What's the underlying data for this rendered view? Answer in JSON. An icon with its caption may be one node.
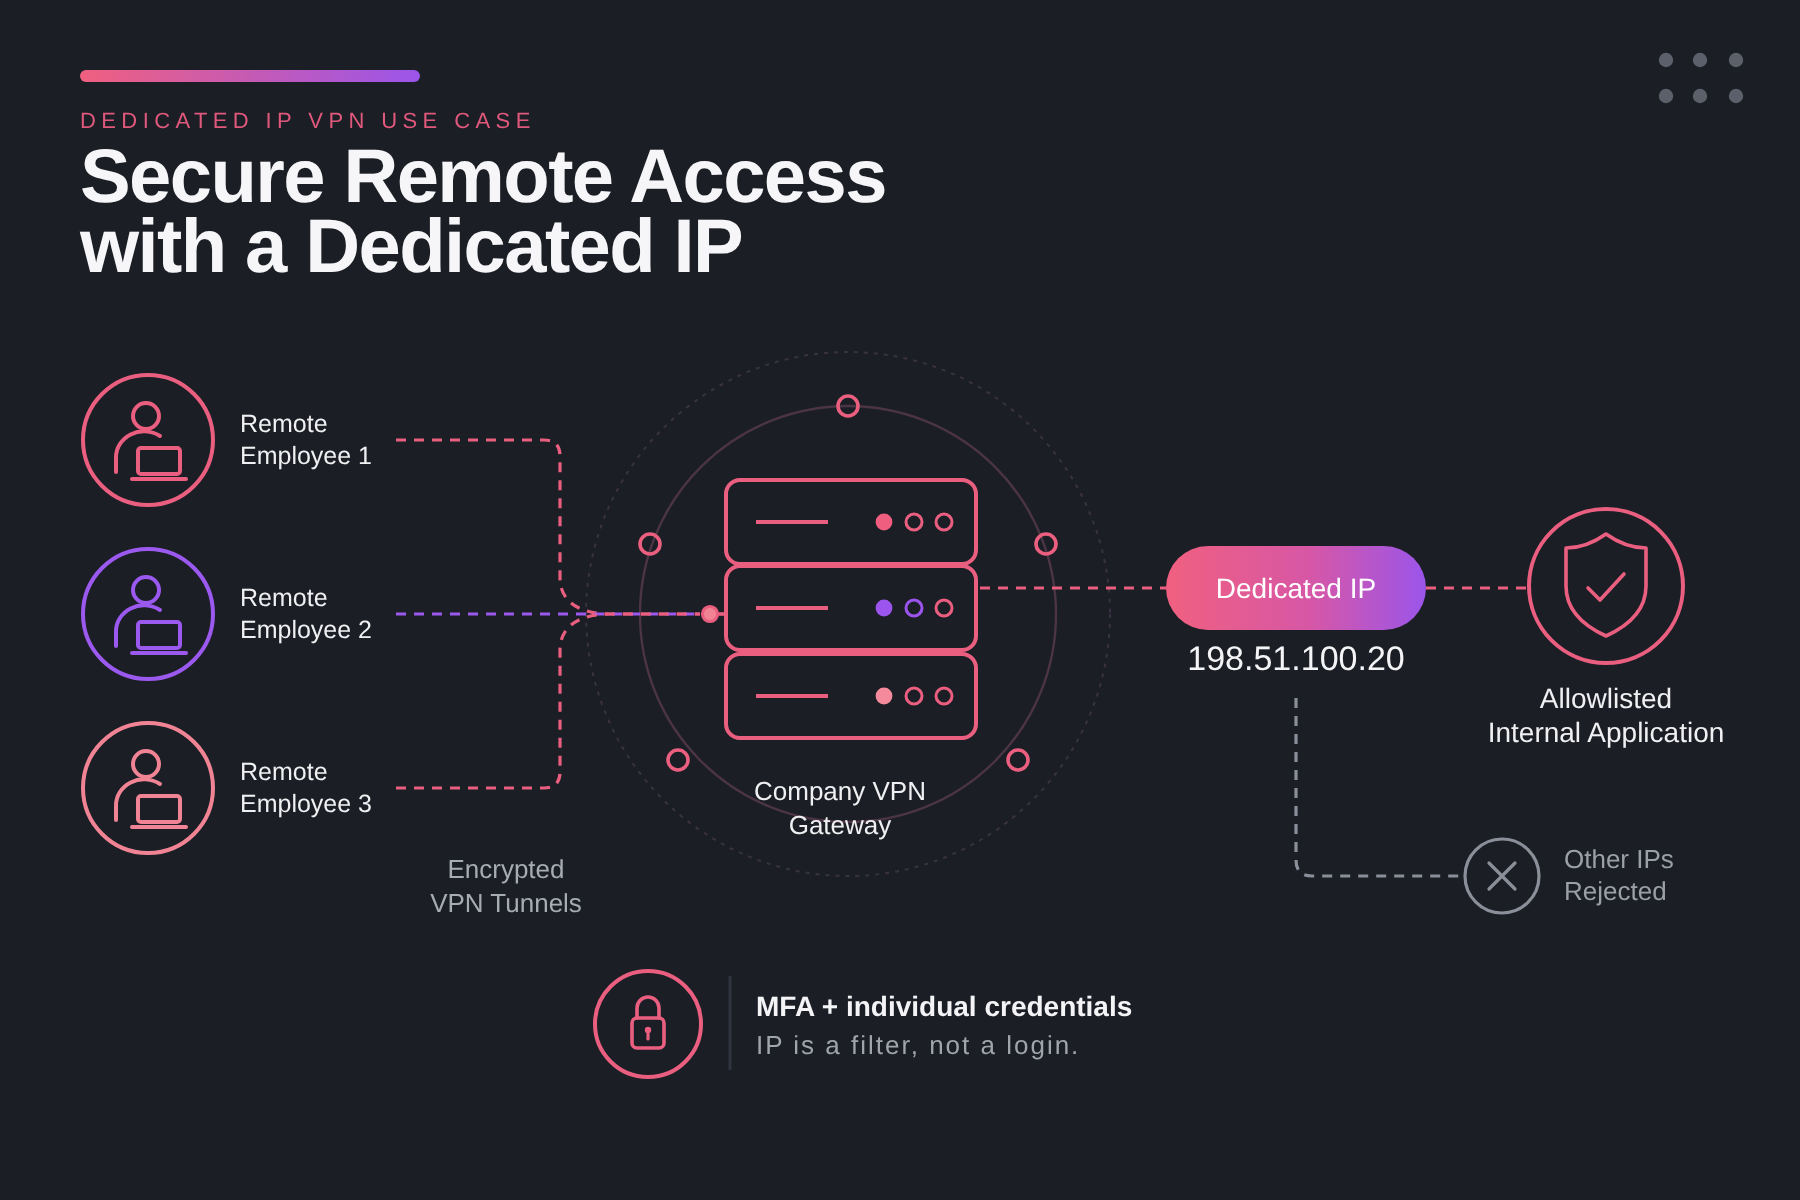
{
  "diagram": {
    "title": "Secure Remote Access with a Dedicated IP",
    "nodes": [
      {
        "text": [
          "Remote Employee 1"
        ]
      },
      {
        "text": [
          "Remote Employee 2"
        ]
      },
      {
        "text": [
          "Remote Employee 3"
        ]
      },
      {
        "text": [
          "Company VPN Gateway"
        ]
      },
      {
        "text": [
          "Dedicated IP"
        ],
        "beside": [
          "198.51.100.20"
        ]
      },
      {
        "text": [
          "Allowlisted Internal Application"
        ]
      },
      {
        "text": [
          "Other IPs Rejected"
        ]
      }
    ],
    "edges": [
      {
        "from": 0,
        "to": 3,
        "arrow": "none",
        "style": "dashed"
      },
      {
        "from": 1,
        "to": 3,
        "arrow": "none",
        "style": "dashed",
        "color": "#9b59ef"
      },
      {
        "from": 2,
        "to": 3,
        "arrow": "none",
        "style": "dashed"
      },
      {
        "from": 3,
        "to": 4,
        "arrow": "none",
        "style": "dashed"
      },
      {
        "from": 4,
        "to": 5,
        "arrow": "none",
        "style": "dashed"
      },
      {
        "from": 4,
        "to": 6,
        "arrow": "none",
        "style": "dashed",
        "color": "#8a8f99"
      }
    ],
    "labels": [
      "DEDICATED IP VPN USE CASE",
      "Encrypted VPN Tunnels",
      "MFA + individual credentials",
      "IP is a filter, not a login."
    ]
  }
}
